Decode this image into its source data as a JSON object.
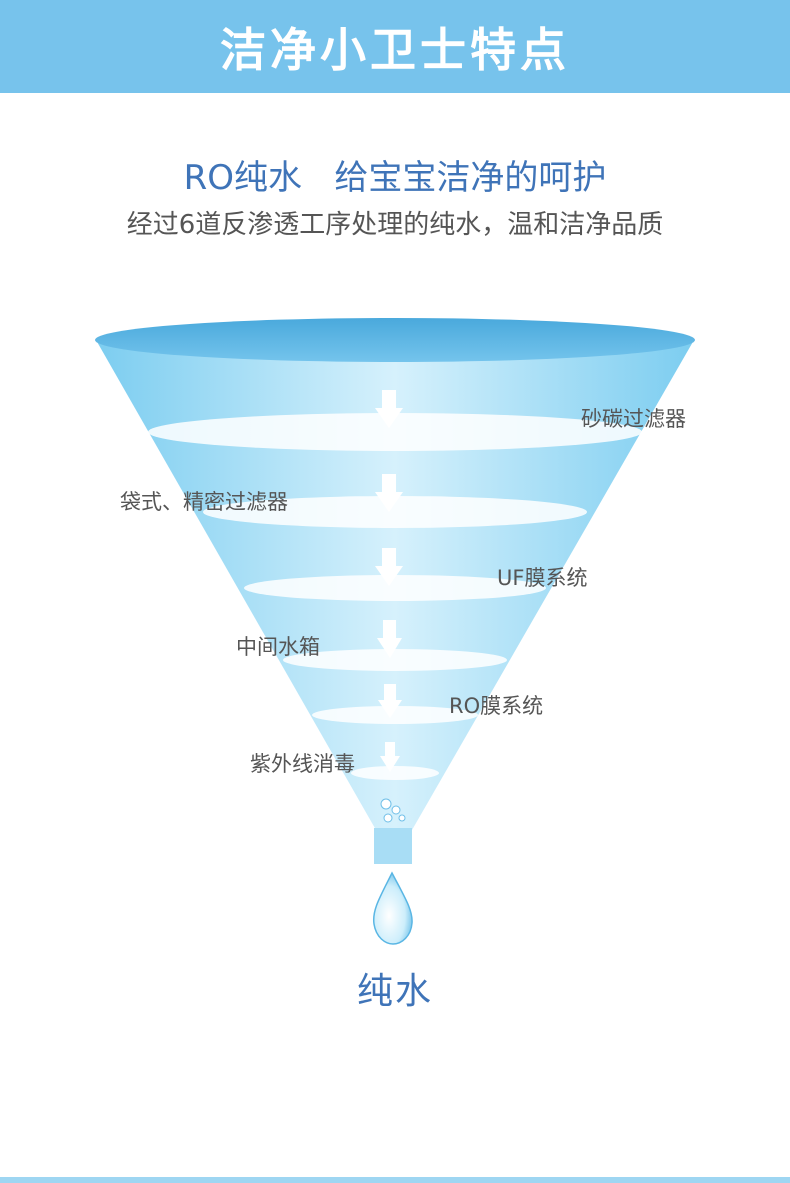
{
  "header": {
    "title": "洁净小卫士特点"
  },
  "headline": "RO纯水   给宝宝洁净的呵护",
  "subline": "经过6道反渗透工序处理的纯水，温和洁净品质",
  "stages": [
    {
      "label": "砂碳过滤器"
    },
    {
      "label": "袋式、精密过滤器"
    },
    {
      "label": "UF膜系统"
    },
    {
      "label": "中间水箱"
    },
    {
      "label": "RO膜系统"
    },
    {
      "label": "紫外线消毒"
    }
  ],
  "result": "纯水",
  "colors": {
    "header_bg": "#77c3ec",
    "headline_text": "#3f74b8",
    "funnel_light": "#9fdaf4",
    "funnel_dark": "#5ab6e4",
    "body_text": "#555555"
  }
}
